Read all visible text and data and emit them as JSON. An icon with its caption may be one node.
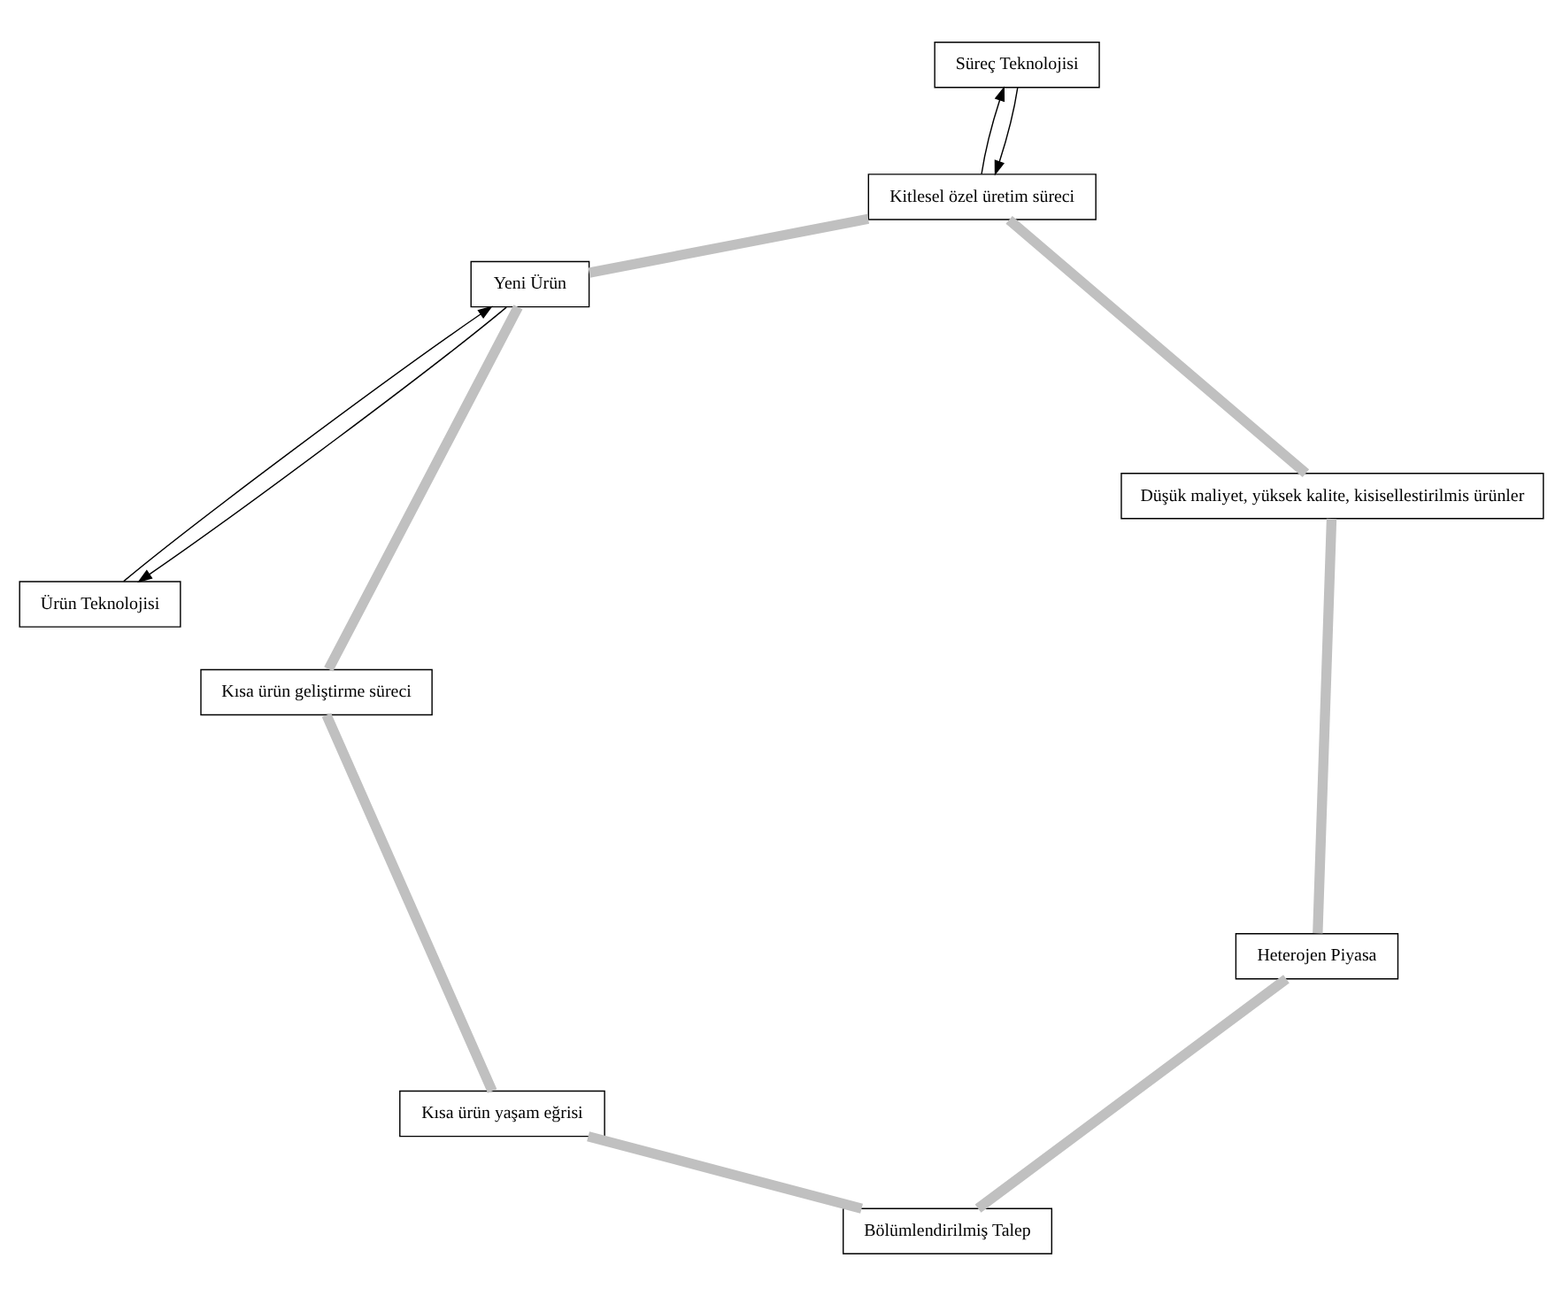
{
  "diagram": {
    "nodes": [
      {
        "text": [
          "Ürün Teknolojisi"
        ]
      },
      {
        "text": [
          "Yeni Ürün"
        ]
      },
      {
        "text": [
          "Kitlesel özel üretim süreci"
        ]
      },
      {
        "text": [
          "Süreç Teknolojisi"
        ]
      },
      {
        "text": [
          "Kısa ürün geliştirme süreci"
        ]
      },
      {
        "text": [
          "Düşük maliyet, yüksek kalite, kisisellestirilmis ürünler"
        ]
      },
      {
        "text": [
          "Kısa ürün yaşam eğrisi"
        ]
      },
      {
        "text": [
          "Heterojen Piyasa"
        ]
      },
      {
        "text": [
          "Bölümlendirilmiş Talep"
        ]
      }
    ],
    "edges": [
      {
        "from": 0,
        "to": 1,
        "arrow": "to",
        "color": "#000000"
      },
      {
        "from": 1,
        "to": 0,
        "arrow": "to",
        "color": "#000000"
      },
      {
        "from": 3,
        "to": 2,
        "arrow": "to",
        "color": "#000000"
      },
      {
        "from": 2,
        "to": 3,
        "arrow": "to",
        "color": "#000000"
      },
      {
        "from": 1,
        "to": 2,
        "arrow": "none",
        "color": "#c0c0c0"
      },
      {
        "from": 2,
        "to": 5,
        "arrow": "none",
        "color": "#c0c0c0"
      },
      {
        "from": 5,
        "to": 7,
        "arrow": "none",
        "color": "#c0c0c0"
      },
      {
        "from": 7,
        "to": 8,
        "arrow": "none",
        "color": "#c0c0c0"
      },
      {
        "from": 8,
        "to": 6,
        "arrow": "none",
        "color": "#c0c0c0"
      },
      {
        "from": 6,
        "to": 4,
        "arrow": "none",
        "color": "#c0c0c0"
      },
      {
        "from": 4,
        "to": 1,
        "arrow": "none",
        "color": "#c0c0c0"
      }
    ]
  }
}
